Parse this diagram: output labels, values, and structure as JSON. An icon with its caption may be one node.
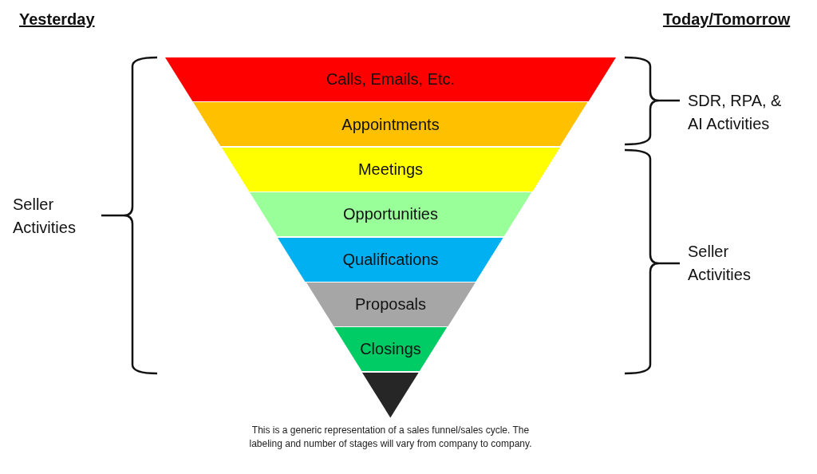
{
  "diagram": {
    "nodes": [
      {
        "text": [
          "Calls, Emails, Etc."
        ]
      },
      {
        "text": [
          "Appointments"
        ]
      },
      {
        "text": [
          "Meetings"
        ]
      },
      {
        "text": [
          "Opportunities"
        ]
      },
      {
        "text": [
          "Qualifications"
        ]
      },
      {
        "text": [
          "Proposals"
        ]
      },
      {
        "text": [
          "Closings"
        ]
      },
      {
        "text": [],
        "shape": "triangle"
      }
    ],
    "labels": [
      "Yesterday",
      "Today/Tomorrow",
      "SDR, RPA, & AI Activities",
      "Seller Activities",
      "Seller Activities"
    ],
    "caption": "This is a generic representation of a sales funnel/sales cycle. The labeling and number of stages will vary from company to company."
  }
}
